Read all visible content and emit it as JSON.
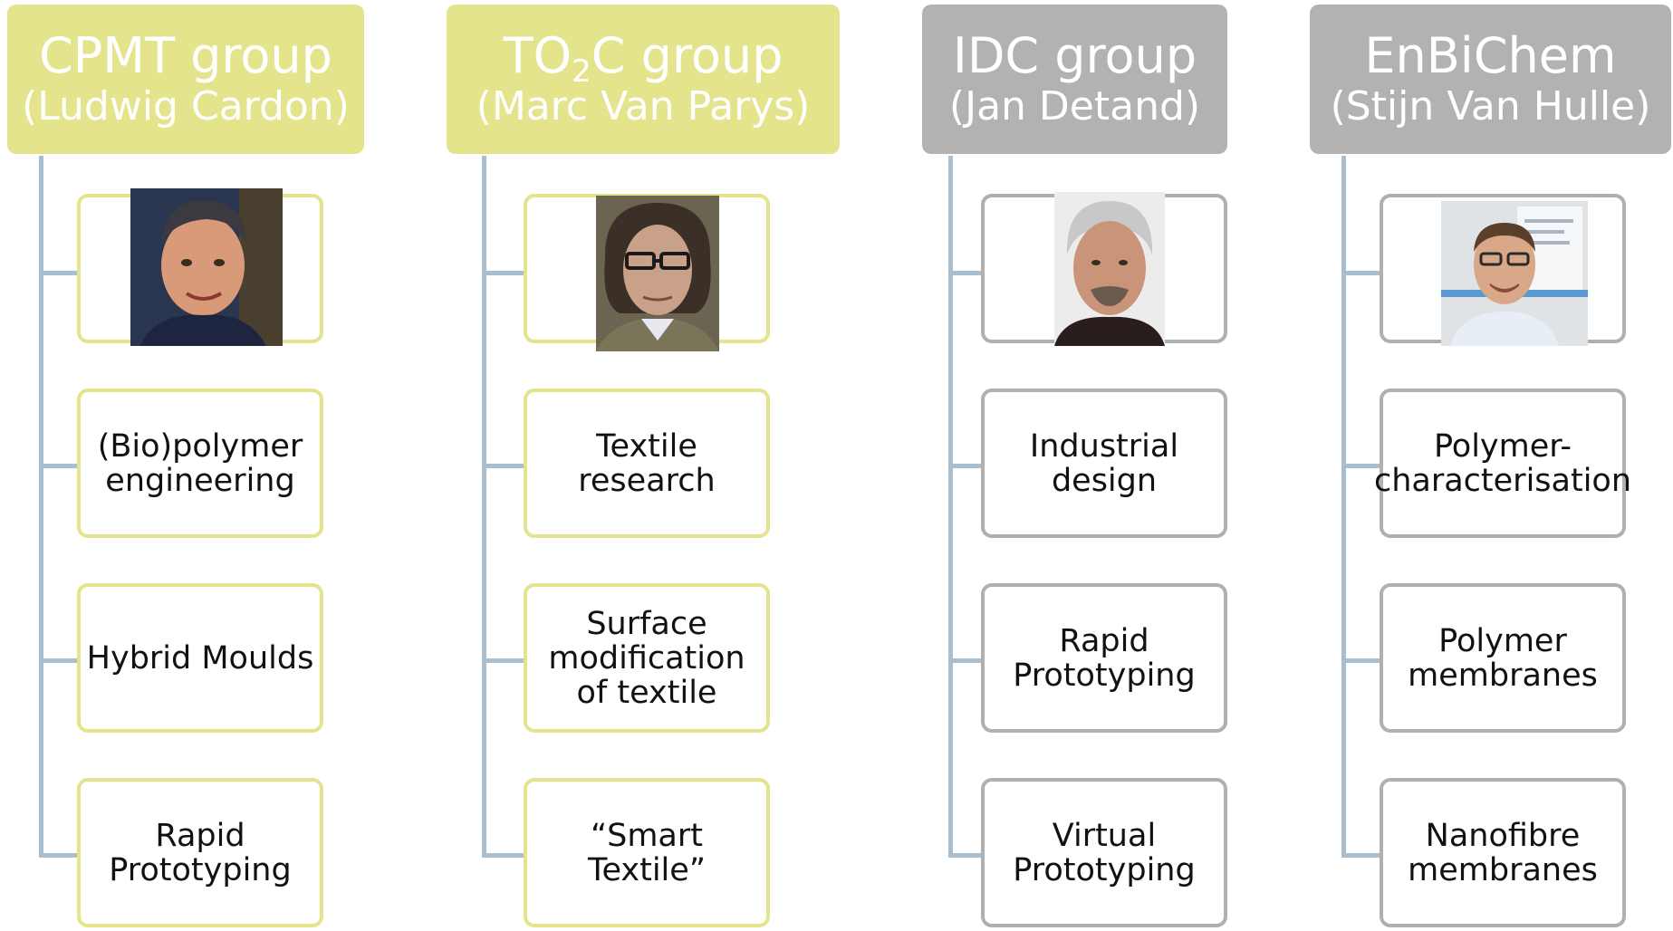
{
  "colors": {
    "accent_yellow": "#e4e48c",
    "border_yellow": "#e4e48c",
    "accent_gray": "#b2b2b2",
    "border_gray": "#b0b0b0",
    "connector": "#a9bfcf"
  },
  "groups": [
    {
      "name_main": "CPMT group",
      "name_sub": "",
      "name_tail": "",
      "person": "(Ludwig Cardon)",
      "photo_icon": "portrait-man-smiling-icon",
      "items": [
        [
          "(Bio)polymer",
          "engineering"
        ],
        [
          "Hybrid Moulds"
        ],
        [
          "Rapid",
          "Prototyping"
        ]
      ]
    },
    {
      "name_main": "TO",
      "name_sub": "2",
      "name_tail": "C group",
      "person": "(Marc Van Parys)",
      "photo_icon": "portrait-man-glasses-icon",
      "items": [
        [
          "Textile",
          "research"
        ],
        [
          "Surface",
          "modification",
          "of textile"
        ],
        [
          "“Smart",
          "Textile”"
        ]
      ]
    },
    {
      "name_main": "IDC group",
      "name_sub": "",
      "name_tail": "",
      "person": "(Jan Detand)",
      "photo_icon": "portrait-man-grey-hair-icon",
      "items": [
        [
          "Industrial",
          "design"
        ],
        [
          "Rapid",
          "Prototyping"
        ],
        [
          "Virtual",
          "Prototyping"
        ]
      ]
    },
    {
      "name_main": "EnBiChem",
      "name_sub": "",
      "name_tail": "",
      "person": "(Stijn Van Hulle)",
      "photo_icon": "portrait-man-glasses-smiling-icon",
      "items": [
        [
          "Polymer-",
          "characterisation"
        ],
        [
          "Polymer",
          "membranes"
        ],
        [
          "Nanofibre",
          "membranes"
        ]
      ]
    }
  ]
}
